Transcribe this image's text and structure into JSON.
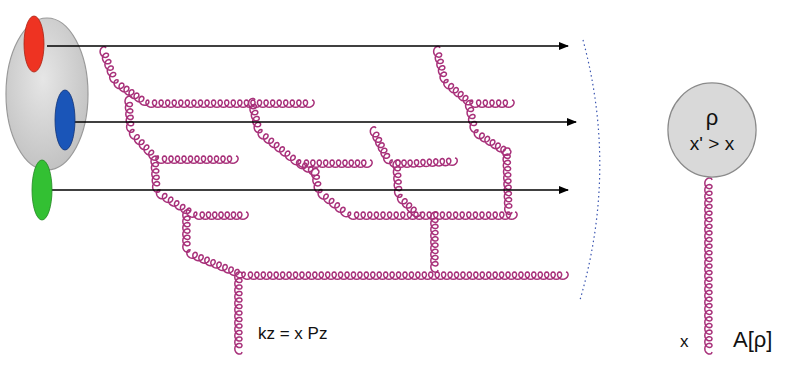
{
  "diagram": {
    "nodes": [
      {
        "text": [
          "ρ",
          "x' > x"
        ]
      }
    ],
    "labels": [
      "kz = x Pz",
      "x",
      "A[ρ]"
    ]
  }
}
